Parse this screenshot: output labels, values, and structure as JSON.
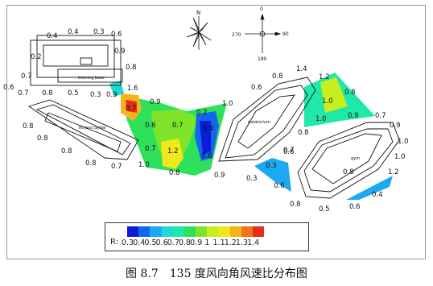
{
  "figure": {
    "caption": "图 8.7　135 度风向角风速比分布图",
    "compass_label": "N",
    "polar_labels": [
      "0",
      "90",
      "180",
      "270"
    ],
    "buildings": {
      "training_base": "training base",
      "fitness_center": "fitness center",
      "natatorium": "natatorium",
      "gym": "gym"
    },
    "legend": {
      "key": "R:",
      "ticks": [
        "0.3",
        "0.4",
        "0.5",
        "0.6",
        "0.7",
        "0.8",
        "0.9",
        "1",
        "1.1",
        "1.2",
        "1.3",
        "1.4"
      ],
      "colors": [
        "#0a1cd6",
        "#1466ee",
        "#1ea8f0",
        "#21d8d8",
        "#1fe8a8",
        "#2fe05a",
        "#7ee42a",
        "#c8ee20",
        "#f2e61c",
        "#f6b41a",
        "#f2741a",
        "#e82c1a"
      ]
    },
    "ratio_labels": [
      "0.4",
      "0.4",
      "0.3",
      "0.6",
      "0.9",
      "0.8",
      "0.2",
      "0.7",
      "0.6",
      "0.7",
      "0.8",
      "0.5",
      "0.3",
      "0.9",
      "1.6",
      "0.7",
      "0.9",
      "0.6",
      "0.7",
      "0.2",
      "0.4",
      "1.0",
      "1.2",
      "0.6",
      "0.7",
      "1.0",
      "0.8",
      "0.9",
      "0.8",
      "0.8",
      "0.8",
      "0.8",
      "0.7",
      "0.6",
      "0.8",
      "1.4",
      "1.2",
      "0.8",
      "1.0",
      "0.8",
      "1.0",
      "0.9",
      "0.7",
      "0.9",
      "1.0",
      "1.0",
      "1.2",
      "0.7",
      "0.3",
      "0.6",
      "0.8",
      "0.5",
      "0.6",
      "0.3",
      "0.4",
      "0.6",
      "0.8"
    ]
  }
}
